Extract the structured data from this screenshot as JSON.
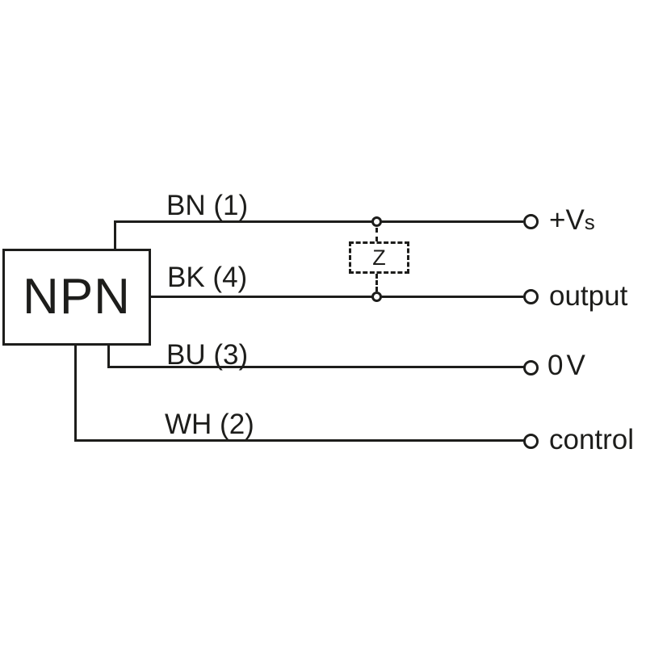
{
  "diagram": {
    "device": {
      "label": "NPN"
    },
    "load": {
      "label": "Z"
    },
    "colors": {
      "line": "#1d1d1b",
      "background": "#ffffff"
    },
    "wires": [
      {
        "label": "BN (1)",
        "terminal": "+V",
        "terminal_small": "s"
      },
      {
        "label": "BK (4)",
        "terminal": "output",
        "terminal_small": ""
      },
      {
        "label": "BU (3)",
        "terminal": "0V",
        "terminal_small": ""
      },
      {
        "label": "WH (2)",
        "terminal": "control",
        "terminal_small": ""
      }
    ]
  }
}
